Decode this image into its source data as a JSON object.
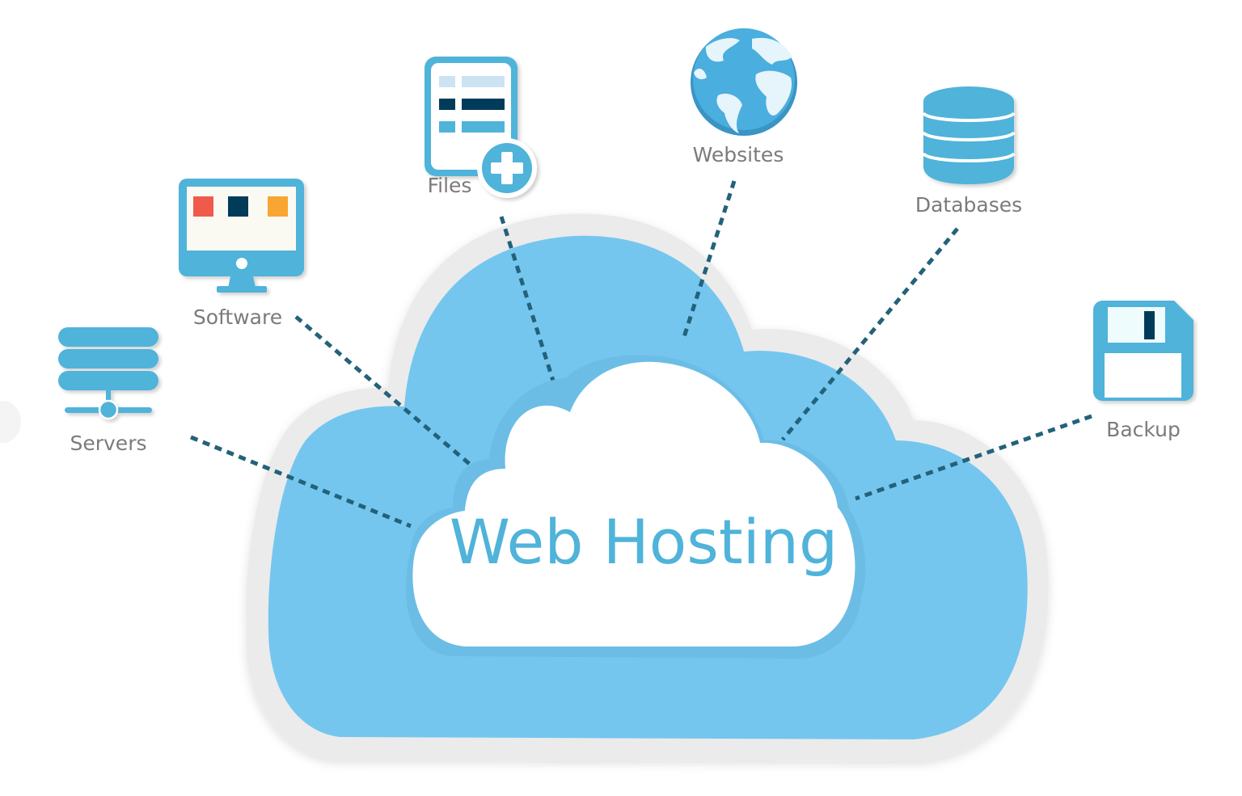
{
  "diagram": {
    "title": "Web Hosting",
    "colors": {
      "outer_border": "#ebebeb",
      "cloud_fill": "#74c6ee",
      "inner_cloud": "#ffffff",
      "accent": "#4fb3da",
      "connector": "#23627a",
      "label": "#7b7b7b",
      "dark_navy": "#063b5a",
      "red": "#f05a4c",
      "orange": "#f8a530"
    },
    "nodes": [
      {
        "id": "servers",
        "label": "Servers",
        "icon": "server-stack-icon"
      },
      {
        "id": "software",
        "label": "Software",
        "icon": "monitor-icon"
      },
      {
        "id": "files",
        "label": "Files",
        "icon": "file-add-icon"
      },
      {
        "id": "websites",
        "label": "Websites",
        "icon": "globe-icon"
      },
      {
        "id": "databases",
        "label": "Databases",
        "icon": "database-icon"
      },
      {
        "id": "backup",
        "label": "Backup",
        "icon": "floppy-disk-icon"
      }
    ],
    "edges": [
      {
        "from": "servers",
        "to": "web-hosting"
      },
      {
        "from": "software",
        "to": "web-hosting"
      },
      {
        "from": "files",
        "to": "web-hosting"
      },
      {
        "from": "websites",
        "to": "web-hosting"
      },
      {
        "from": "databases",
        "to": "web-hosting"
      },
      {
        "from": "backup",
        "to": "web-hosting"
      }
    ]
  }
}
